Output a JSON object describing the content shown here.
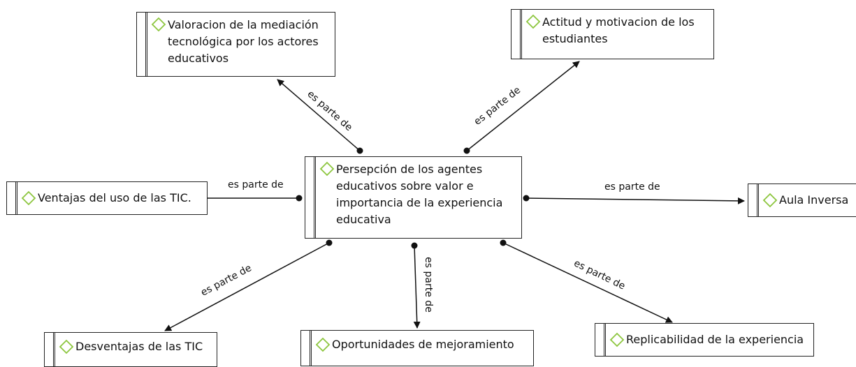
{
  "colors": {
    "border": "#222222",
    "icon_green": "#8dc63f",
    "edge": "#111111"
  },
  "nodes": {
    "center": {
      "label": "Persepción de los agentes\neducativos sobre valor e\nimportancia de la experiencia\neducativa",
      "icon": "green-diamond-icon"
    },
    "valoracion": {
      "label": "Valoracion de la mediación\ntecnológica por los actores\neducativos",
      "icon": "green-diamond-icon"
    },
    "actitud": {
      "label": "Actitud y motivacion de los\nestudiantes",
      "icon": "green-diamond-icon"
    },
    "ventajas": {
      "label": "Ventajas del uso de las TIC.",
      "icon": "green-diamond-icon"
    },
    "aula": {
      "label": "Aula Inversa",
      "icon": "green-diamond-icon"
    },
    "desventajas": {
      "label": "Desventajas de las TIC",
      "icon": "green-diamond-icon"
    },
    "oportunidades": {
      "label": "Oportunidades de mejoramiento",
      "icon": "green-diamond-icon"
    },
    "replicabilidad": {
      "label": "Replicabilidad de la experiencia",
      "icon": "green-diamond-icon"
    }
  },
  "edges": {
    "to_valoracion": "es parte de",
    "to_actitud": "es parte de",
    "to_ventajas": "es parte de",
    "to_aula": "es parte de",
    "to_desventajas": "es parte de",
    "to_oportunidades": "es parte de",
    "to_replicabilidad": "es parte de"
  }
}
